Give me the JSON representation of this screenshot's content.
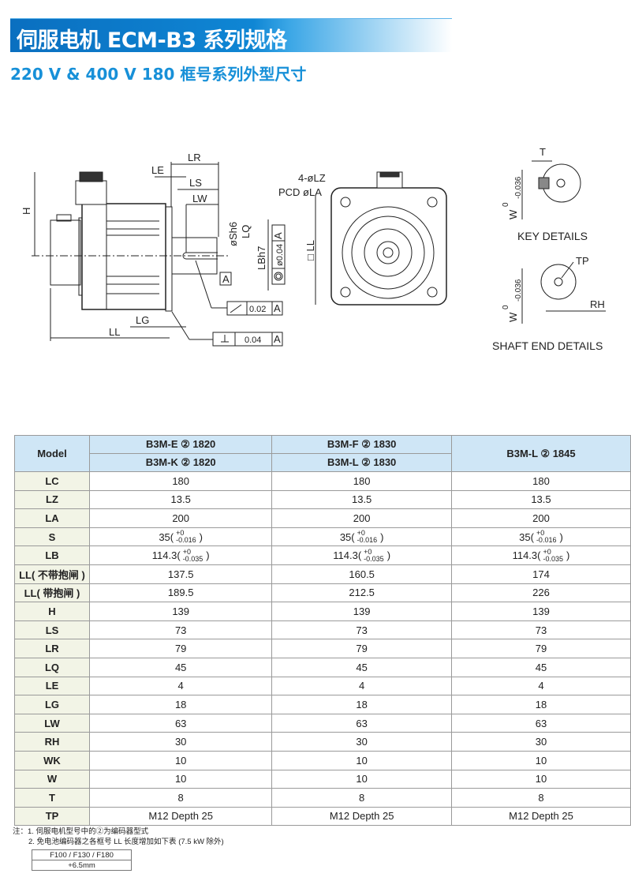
{
  "header": {
    "title": "伺服电机 ECM-B3 系列规格",
    "subtitle": "220 V & 400 V 180 框号系列外型尺寸"
  },
  "drawing": {
    "side_labels": {
      "LR": "LR",
      "LE": "LE",
      "LS": "LS",
      "LW": "LW",
      "H": "H",
      "S": "øSh6",
      "LQ": "LQ",
      "LB": "LBh7",
      "A": "A",
      "LG": "LG",
      "LL": "LL",
      "runout": "0.02",
      "perp": "0.04",
      "conc": "ø0.04"
    },
    "front_labels": {
      "LZ": "4-øLZ",
      "LA": "PCD øLA",
      "LC": "□ LL"
    },
    "key": {
      "T": "T",
      "W": "W",
      "tol_upper": "0",
      "tol_lower": "-0.036",
      "caption": "KEY DETAILS"
    },
    "shaft": {
      "TP": "TP",
      "RH": "RH",
      "W": "W",
      "tol_upper": "0",
      "tol_lower": "-0.036",
      "caption": "SHAFT END DETAILS"
    }
  },
  "table": {
    "model_label": "Model",
    "models": [
      [
        "B3M-E ② 1820",
        "B3M-K ② 1820"
      ],
      [
        "B3M-F ② 1830",
        "B3M-L ② 1830"
      ],
      [
        "B3M-L ② 1845"
      ]
    ],
    "rows": [
      {
        "label": "LC",
        "values": [
          "180",
          "180",
          "180"
        ]
      },
      {
        "label": "LZ",
        "values": [
          "13.5",
          "13.5",
          "13.5"
        ]
      },
      {
        "label": "LA",
        "values": [
          "200",
          "200",
          "200"
        ]
      },
      {
        "label": "S",
        "tol": {
          "base": "35(",
          "upper": "+0",
          "lower": "-0.016",
          "close": ")"
        }
      },
      {
        "label": "LB",
        "tol": {
          "base": "114.3(",
          "upper": "+0",
          "lower": "-0.035",
          "close": ")"
        }
      },
      {
        "label": "LL( 不带抱闸 )",
        "values": [
          "137.5",
          "160.5",
          "174"
        ]
      },
      {
        "label": "LL( 带抱闸 )",
        "values": [
          "189.5",
          "212.5",
          "226"
        ]
      },
      {
        "label": "H",
        "values": [
          "139",
          "139",
          "139"
        ]
      },
      {
        "label": "LS",
        "values": [
          "73",
          "73",
          "73"
        ]
      },
      {
        "label": "LR",
        "values": [
          "79",
          "79",
          "79"
        ]
      },
      {
        "label": "LQ",
        "values": [
          "45",
          "45",
          "45"
        ]
      },
      {
        "label": "LE",
        "values": [
          "4",
          "4",
          "4"
        ]
      },
      {
        "label": "LG",
        "values": [
          "18",
          "18",
          "18"
        ]
      },
      {
        "label": "LW",
        "values": [
          "63",
          "63",
          "63"
        ]
      },
      {
        "label": "RH",
        "values": [
          "30",
          "30",
          "30"
        ]
      },
      {
        "label": "WK",
        "values": [
          "10",
          "10",
          "10"
        ]
      },
      {
        "label": "W",
        "values": [
          "10",
          "10",
          "10"
        ]
      },
      {
        "label": "T",
        "values": [
          "8",
          "8",
          "8"
        ]
      },
      {
        "label": "TP",
        "values": [
          "M12 Depth 25",
          "M12 Depth 25",
          "M12 Depth 25"
        ]
      }
    ]
  },
  "notes": {
    "line1": "注：1. 伺服电机型号中的②为编码器型式",
    "line2": "2. 免电池编码器之各框号 LL 长度增加如下表 (7.5 kW 除外)",
    "sub_header": "F100 / F130 / F180",
    "sub_value": "+6.5mm"
  }
}
